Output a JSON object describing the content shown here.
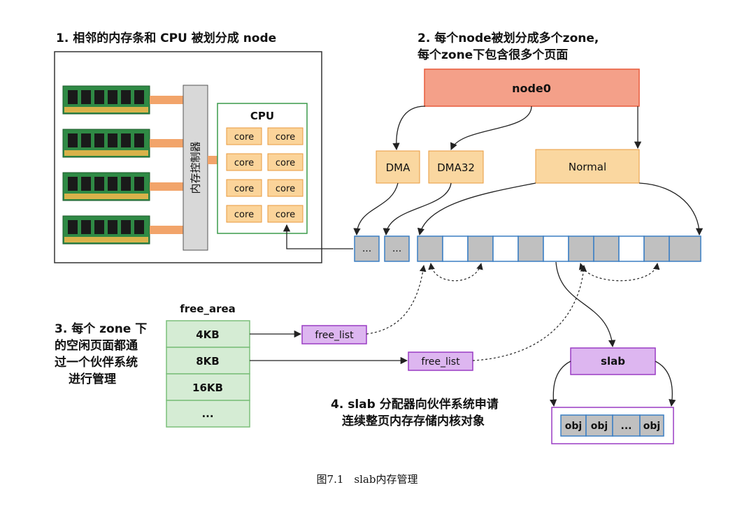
{
  "labels": {
    "section1": "1. 相邻的内存条和 CPU 被划分成 node",
    "section2_line1": "2. 每个node被划分成多个zone,",
    "section2_line2": "每个zone下包含很多个页面",
    "section3_lines": [
      "3. 每个 zone 下",
      "的空闲页面都通",
      "过一个伙伴系统",
      "进行管理"
    ],
    "section4_line1": "4. slab 分配器向伙伴系统申请",
    "section4_line2": "连续整页内存存储内核对象",
    "memory_controller": "内存控制器",
    "cpu": "CPU",
    "core": "core",
    "node": "node0",
    "zones": [
      "DMA",
      "DMA32",
      "Normal"
    ],
    "dots": "...",
    "free_area_title": "free_area",
    "free_area_items": [
      "4KB",
      "8KB",
      "16KB",
      "..."
    ],
    "free_list": "free_list",
    "slab": "slab",
    "obj": "obj",
    "caption": "图7.1　slab内存管理"
  },
  "colors": {
    "dram_board": "#2f8a45",
    "dram_chip": "#1a1a1a",
    "contact_gold": "#d9b24a",
    "connector_orange": "#f2a46a",
    "controller_gray": "#d8d8d8",
    "cpu_green_border": "#3a9a4a",
    "core_fill": "#fbd49a",
    "core_border": "#e89a3c",
    "node_fill": "#f4a089",
    "node_border": "#e85c3c",
    "zone_fill": "#fad7a0",
    "page_gray": "#c0c0c0",
    "page_blue_border": "#3a7fc4",
    "free_area_fill": "#d5ecd4",
    "free_area_border": "#7bbf7a",
    "purple_fill": "#ddb6f0",
    "purple_border": "#9a3cc4",
    "obj_fill": "#c0c0c0"
  }
}
